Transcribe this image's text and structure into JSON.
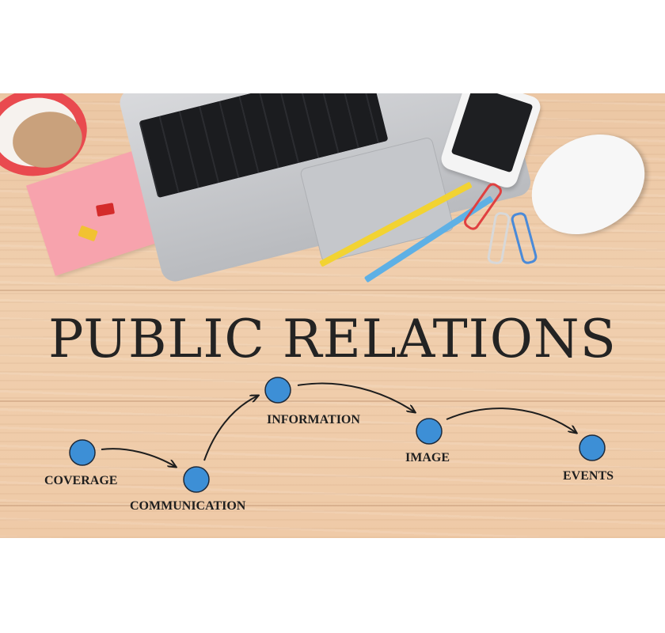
{
  "title": "PUBLIC RELATIONS",
  "steps": [
    {
      "label": "COVERAGE"
    },
    {
      "label": "COMMUNICATION"
    },
    {
      "label": "INFORMATION"
    },
    {
      "label": "IMAGE"
    },
    {
      "label": "EVENTS"
    }
  ],
  "colors": {
    "node_fill": "#3d8fd6",
    "node_stroke": "#1e2a3a",
    "arrow": "#1e1e1e",
    "text": "#232323",
    "wood": "#efcaa7"
  }
}
